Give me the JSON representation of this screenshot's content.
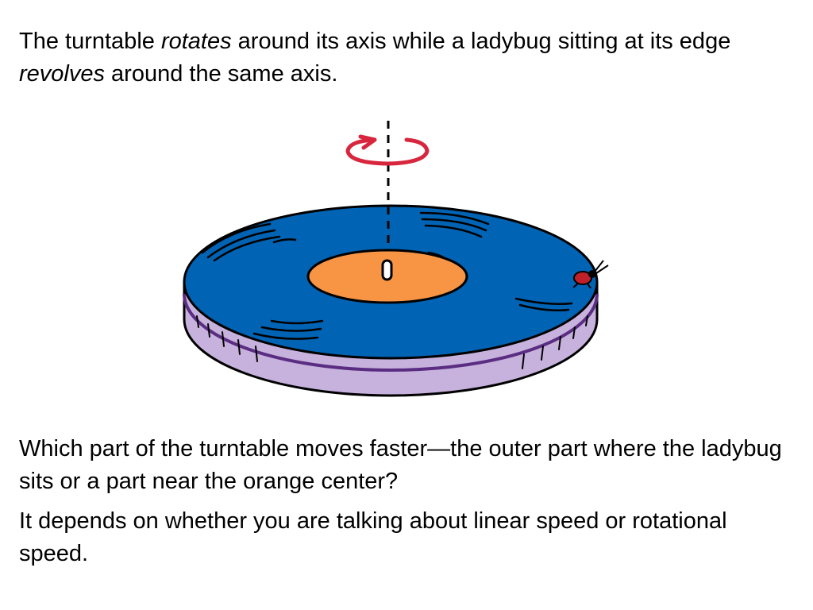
{
  "intro": {
    "part1": "The turntable ",
    "emph1": "rotates",
    "part2": " around its axis while a ladybug sitting at its edge ",
    "emph2": "revolves",
    "part3": " around the same axis."
  },
  "question": "Which part of the turntable moves faster—the outer part where the ladybug sits or a part near the orange center?",
  "answer": "It depends on whether you are talking about linear speed or rotational speed.",
  "illustration": {
    "colors": {
      "disc_top": "#0063b4",
      "disc_edge": "#c6b2dc",
      "rim_line": "#5a2d82",
      "center_label": "#f79545",
      "rotation_arrow": "#d7263d",
      "ladybug": "#c0202a",
      "outline": "#000000"
    },
    "icons": [
      "rotation-arrow-icon",
      "axis-line",
      "ladybug-icon"
    ]
  }
}
